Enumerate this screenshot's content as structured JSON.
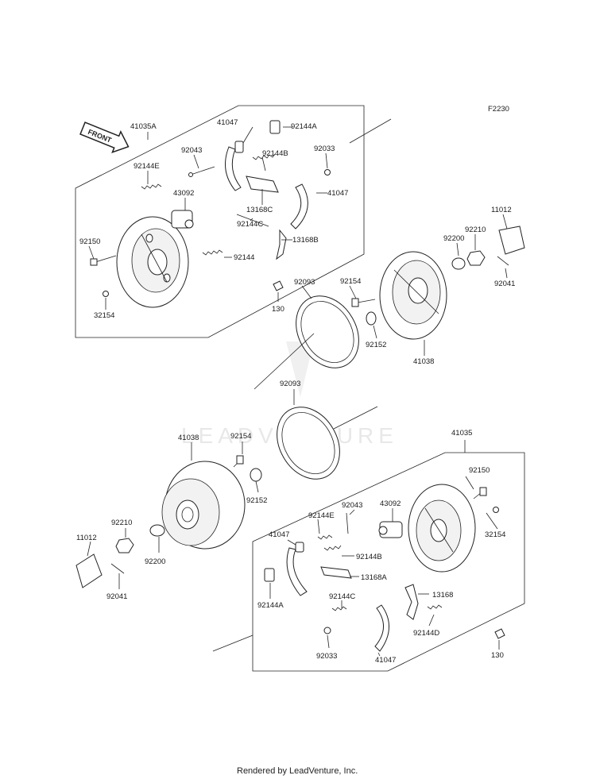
{
  "figure_code": "F2230",
  "front_label": "FRONT",
  "watermark": "LEADVENTURE",
  "footer": "Rendered by LeadVenture, Inc.",
  "labels": {
    "u41035A": "41035A",
    "u41047": "41047",
    "u92144A": "92144A",
    "u92043": "92043",
    "u92144B": "92144B",
    "u92033": "92033",
    "u92144E": "92144E",
    "u43092": "43092",
    "u13168C": "13168C",
    "u41047b": "41047",
    "u92150": "92150",
    "u92144C": "92144C",
    "u13168B": "13168B",
    "u92144": "92144",
    "u130": "130",
    "u32154": "32154",
    "u92093": "92093",
    "u92154": "92154",
    "u92152": "92152",
    "u41038": "41038",
    "u11012": "11012",
    "u92210": "92210",
    "u92200": "92200",
    "u92041": "92041",
    "m92093": "92093",
    "l41038": "41038",
    "l92154": "92154",
    "l92152": "92152",
    "l92210": "92210",
    "l11012": "11012",
    "l92200": "92200",
    "l92041": "92041",
    "l41035": "41035",
    "l92150": "92150",
    "l92043": "92043",
    "l43092": "43092",
    "l92144E": "92144E",
    "l32154": "32154",
    "l41047": "41047",
    "l92144B": "92144B",
    "l13168A": "13168A",
    "l92144A": "92144A",
    "l92144C": "92144C",
    "l13168": "13168",
    "l92144D": "92144D",
    "l92033": "92033",
    "l41047b": "41047",
    "l130": "130"
  }
}
